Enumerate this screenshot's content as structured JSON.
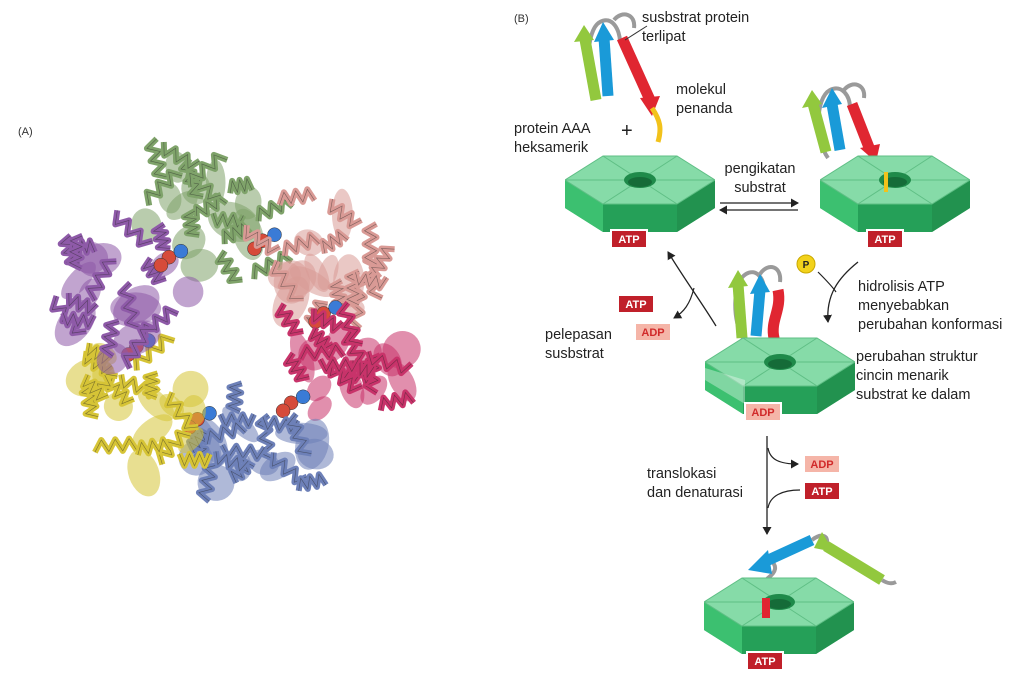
{
  "panels": {
    "a": "(A)",
    "b": "(B)"
  },
  "labels": {
    "substrate_line1": "susbstrat protein",
    "substrate_line2": "terlipat",
    "tag_line1": "molekul",
    "tag_line2": "penanda",
    "aaa_line1": "protein AAA",
    "aaa_line2": "heksamerik",
    "plus": "+",
    "binding_line1": "pengikatan",
    "binding_line2": "substrat",
    "hydro_line1": "hidrolisis ATP",
    "hydro_line2": "menyebabkan",
    "hydro_line3": "perubahan konformasi",
    "release_line1": "pelepasan",
    "release_line2": "susbstrat",
    "struct_line1": "perubahan struktur",
    "struct_line2": "cincin menarik",
    "struct_line3": "substrat ke dalam",
    "trans_line1": "translokasi",
    "trans_line2": "dan denaturasi",
    "phosphate": "P"
  },
  "tags": {
    "atp": "ATP",
    "adp": "ADP",
    "ring1": "ATP",
    "ring2": "ATP",
    "ring3": "ADP",
    "ring4": "ATP",
    "release_atp": "ATP",
    "release_adp": "ADP",
    "trans_adp": "ADP",
    "trans_atp": "ATP"
  },
  "colors": {
    "ring_top": "#7fd6a0",
    "ring_side": "#2fb565",
    "ring_dark": "#1f8f4c",
    "atp_fill": "#c0202a",
    "adp_fill": "#f5b5a8",
    "adp_text": "#d12a2a",
    "strand_green": "#92c83e",
    "strand_blue": "#1a9ad8",
    "strand_red": "#e02631",
    "tag_yellow": "#f2c21b",
    "chain_gray": "#9a9a9a",
    "protein_purple": "#8e5aa8",
    "protein_green": "#7fa36a",
    "protein_pink": "#d99a95",
    "protein_magenta": "#c8336a",
    "protein_blue": "#6d80b8",
    "protein_yellow": "#d6c436"
  }
}
